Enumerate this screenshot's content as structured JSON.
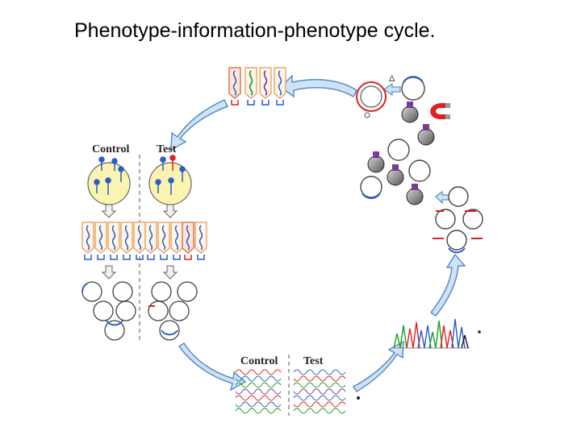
{
  "slide": {
    "title": "Phenotype-information-phenotype cycle."
  },
  "panel_labels": {
    "control_top": "Control",
    "test_top": "Test",
    "control_bottom": "Control",
    "test_bottom": "Test"
  },
  "colors": {
    "arrow_fill": "#cfe3f6",
    "arrow_stroke": "#5b8ec4",
    "cell_fill": "#fbf3b0",
    "plasmid_stroke": "#444444",
    "blue": "#2b5cc9",
    "red": "#e02020",
    "green": "#18a020",
    "purple": "#7a3a96",
    "tube_orange": "#e8a870"
  },
  "icons": [
    "curved-arrow-icon",
    "cell-icon",
    "plasmid-icon",
    "tube-icon",
    "bead-icon",
    "magnet-icon",
    "chromatogram-icon"
  ]
}
